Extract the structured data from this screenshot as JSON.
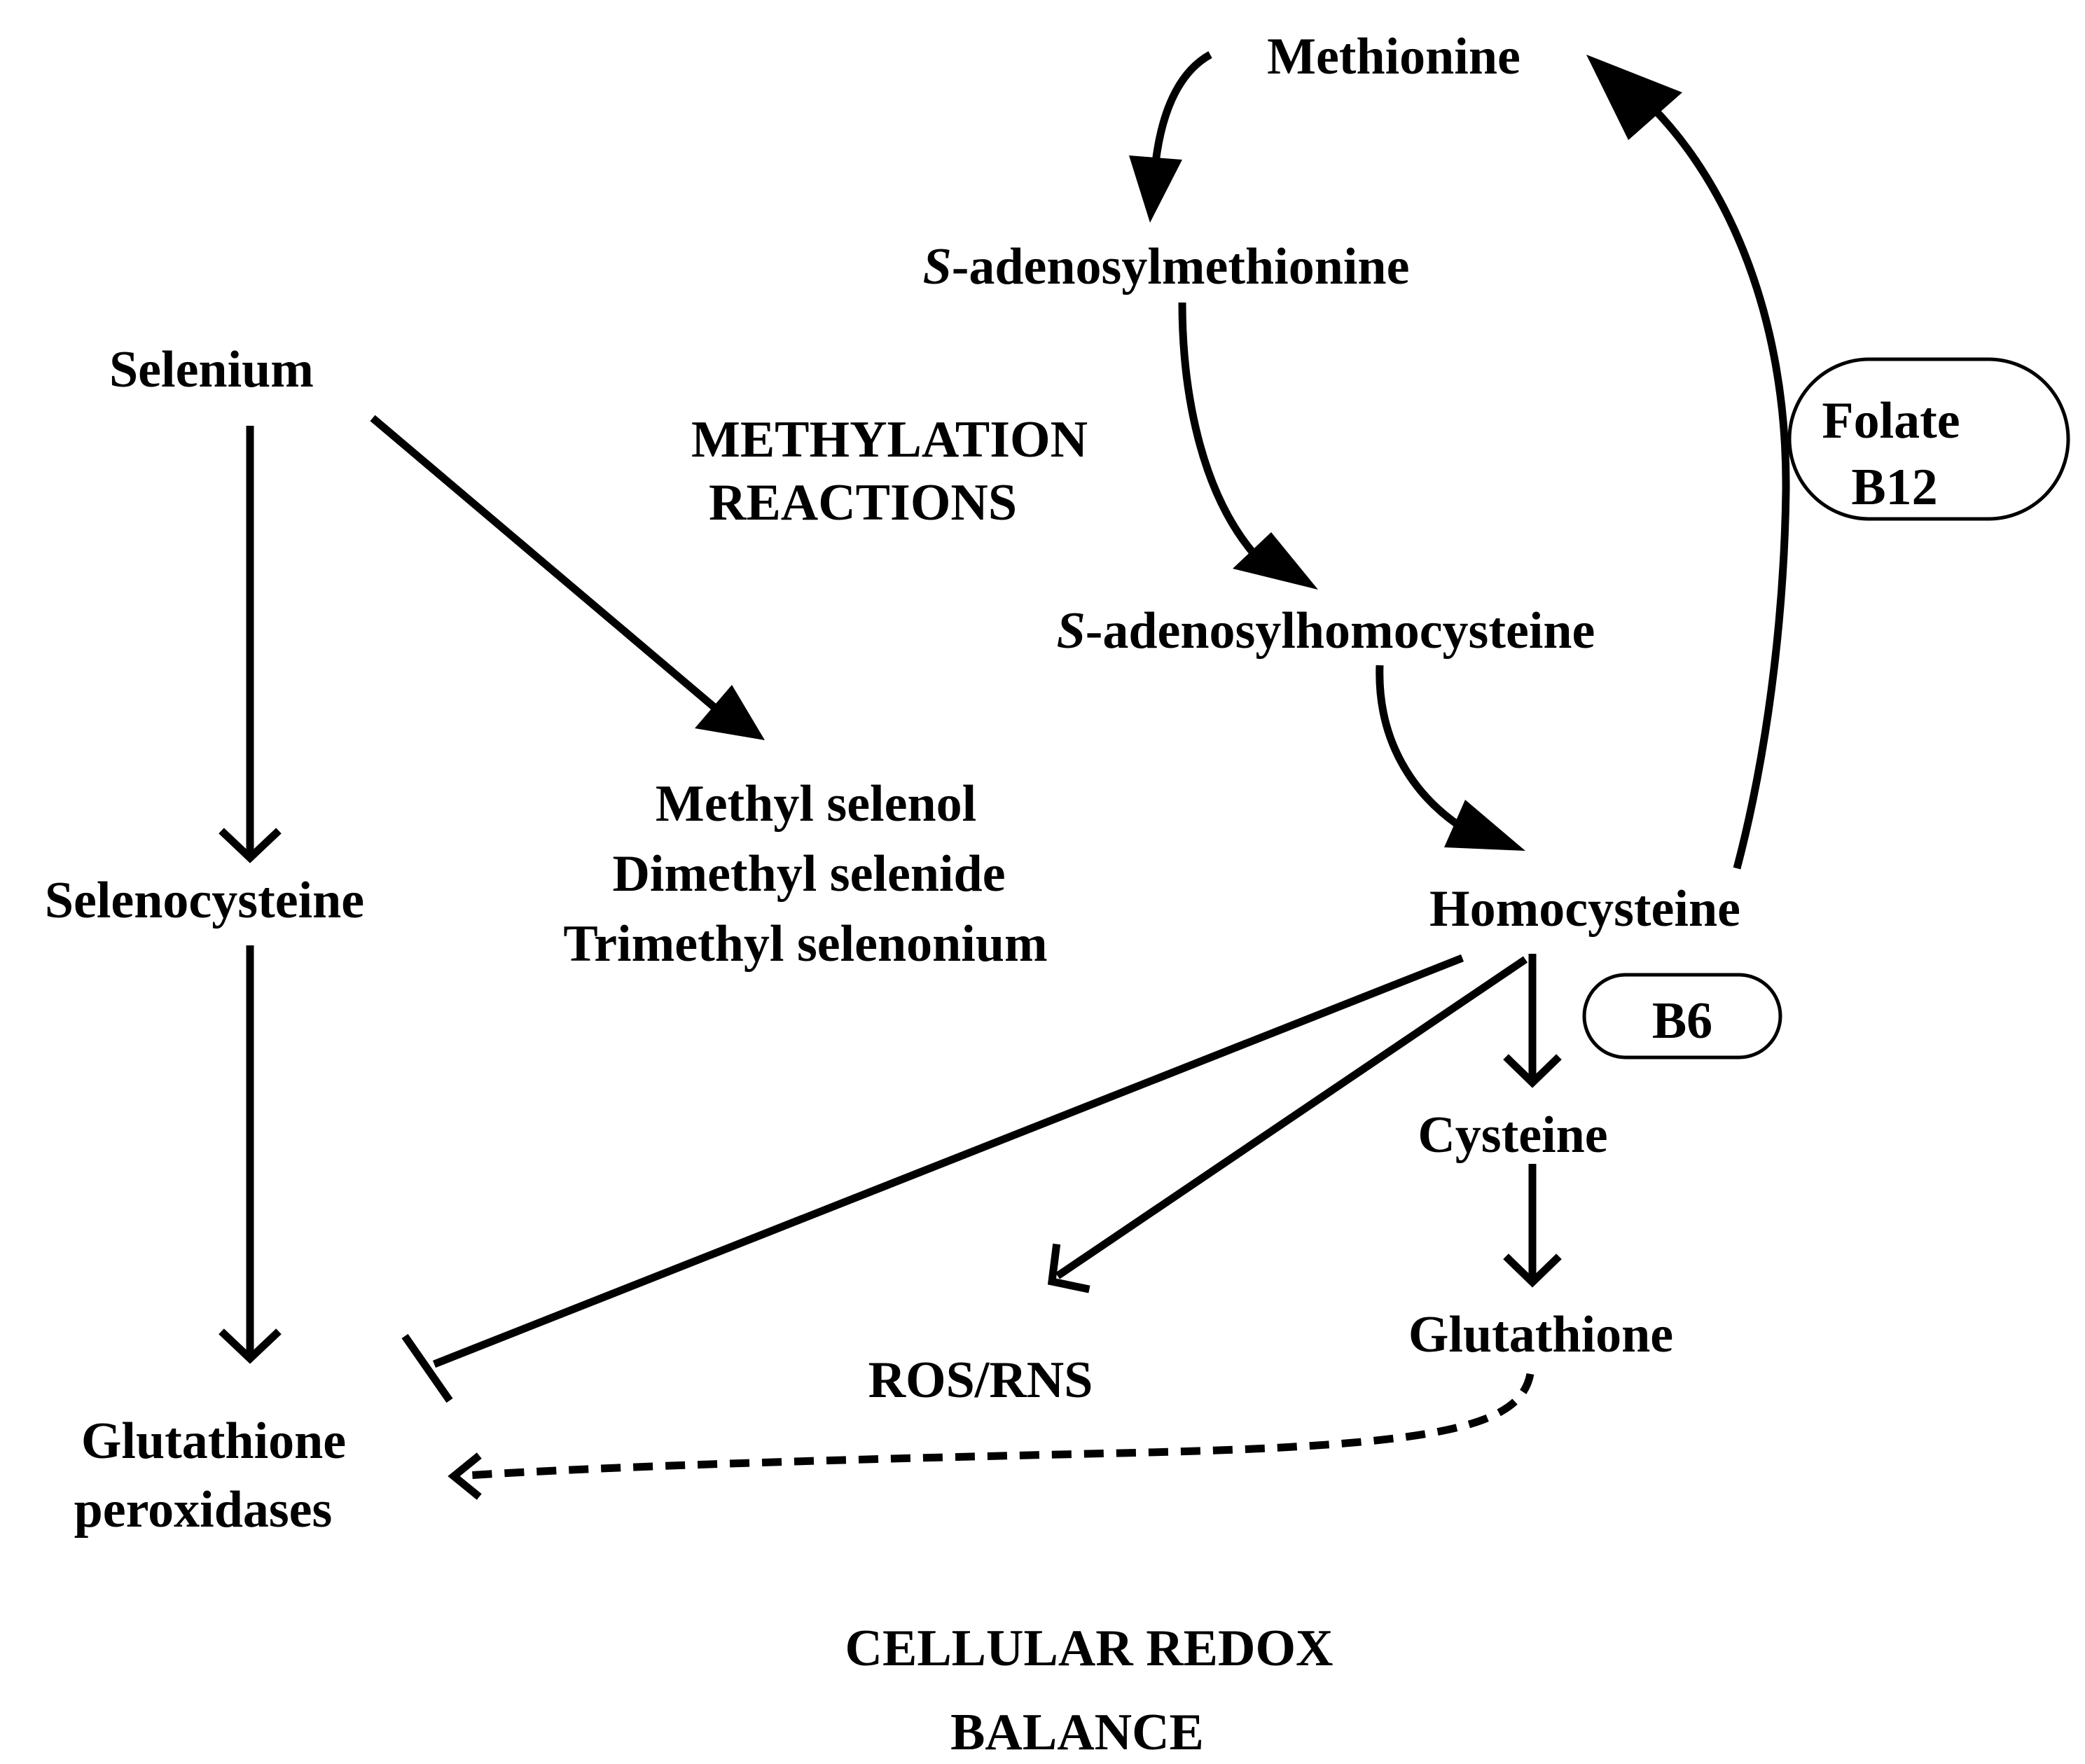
{
  "nodes": {
    "methionine": "Methionine",
    "sam_italic": "S",
    "sam_rest": "-adenosylmethionine",
    "sah_italic": "S",
    "sah_rest": "-adenosylhomocysteine",
    "selenium": "Selenium",
    "selenocysteine": "Selenocysteine",
    "methyl_selenol": "Methyl selenol",
    "dimethyl_selenide": "Dimethyl selenide",
    "trimethyl_selenonium": "Trimethyl selenonium",
    "homocysteine": "Homocysteine",
    "cysteine": "Cysteine",
    "glutathione": "Glutathione",
    "ros_rns": "ROS/RNS",
    "gpx_line1": "Glutathione",
    "gpx_line2": "peroxidases"
  },
  "section_labels": {
    "methylation_line1": "METHYLATION",
    "methylation_line2": "REACTIONS",
    "redox_line1": "CELLULAR REDOX",
    "redox_line2": "BALANCE"
  },
  "cofactors": {
    "folate": "Folate",
    "b12": "B12",
    "b6": "B6"
  },
  "colors": {
    "ink": "#000000",
    "background": "#ffffff"
  }
}
